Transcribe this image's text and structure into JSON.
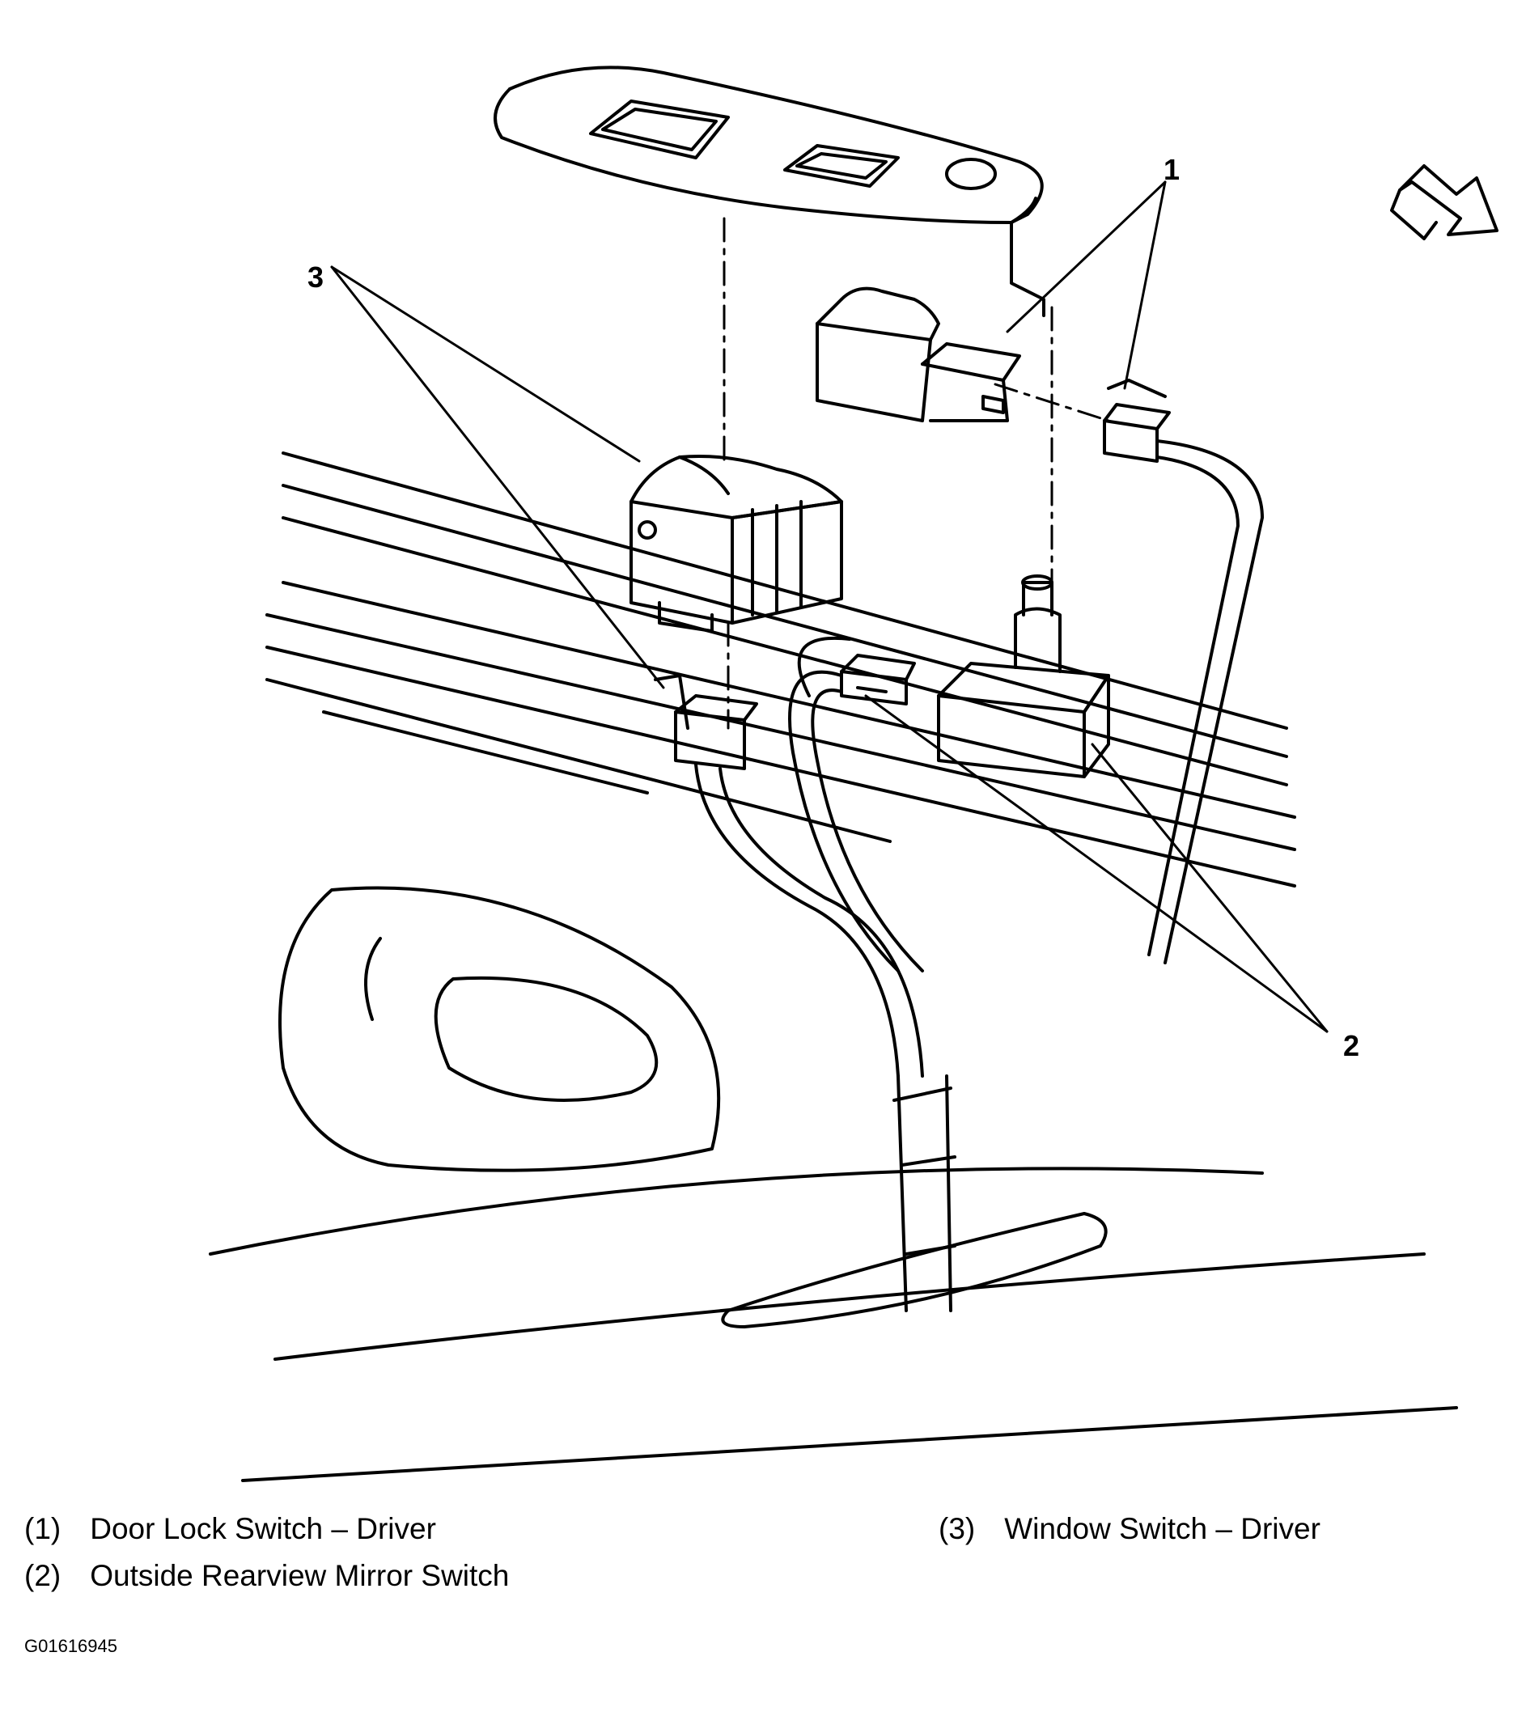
{
  "diagram": {
    "callouts": [
      {
        "number": "1"
      },
      {
        "number": "2"
      },
      {
        "number": "3"
      }
    ]
  },
  "legend": [
    {
      "number": "(1)",
      "label": "Door Lock Switch – Driver"
    },
    {
      "number": "(2)",
      "label": "Outside Rearview Mirror Switch"
    },
    {
      "number": "(3)",
      "label": "Window Switch – Driver"
    }
  ],
  "figure_id": "G01616945",
  "colors": {
    "line": "#000000",
    "background": "#ffffff"
  }
}
